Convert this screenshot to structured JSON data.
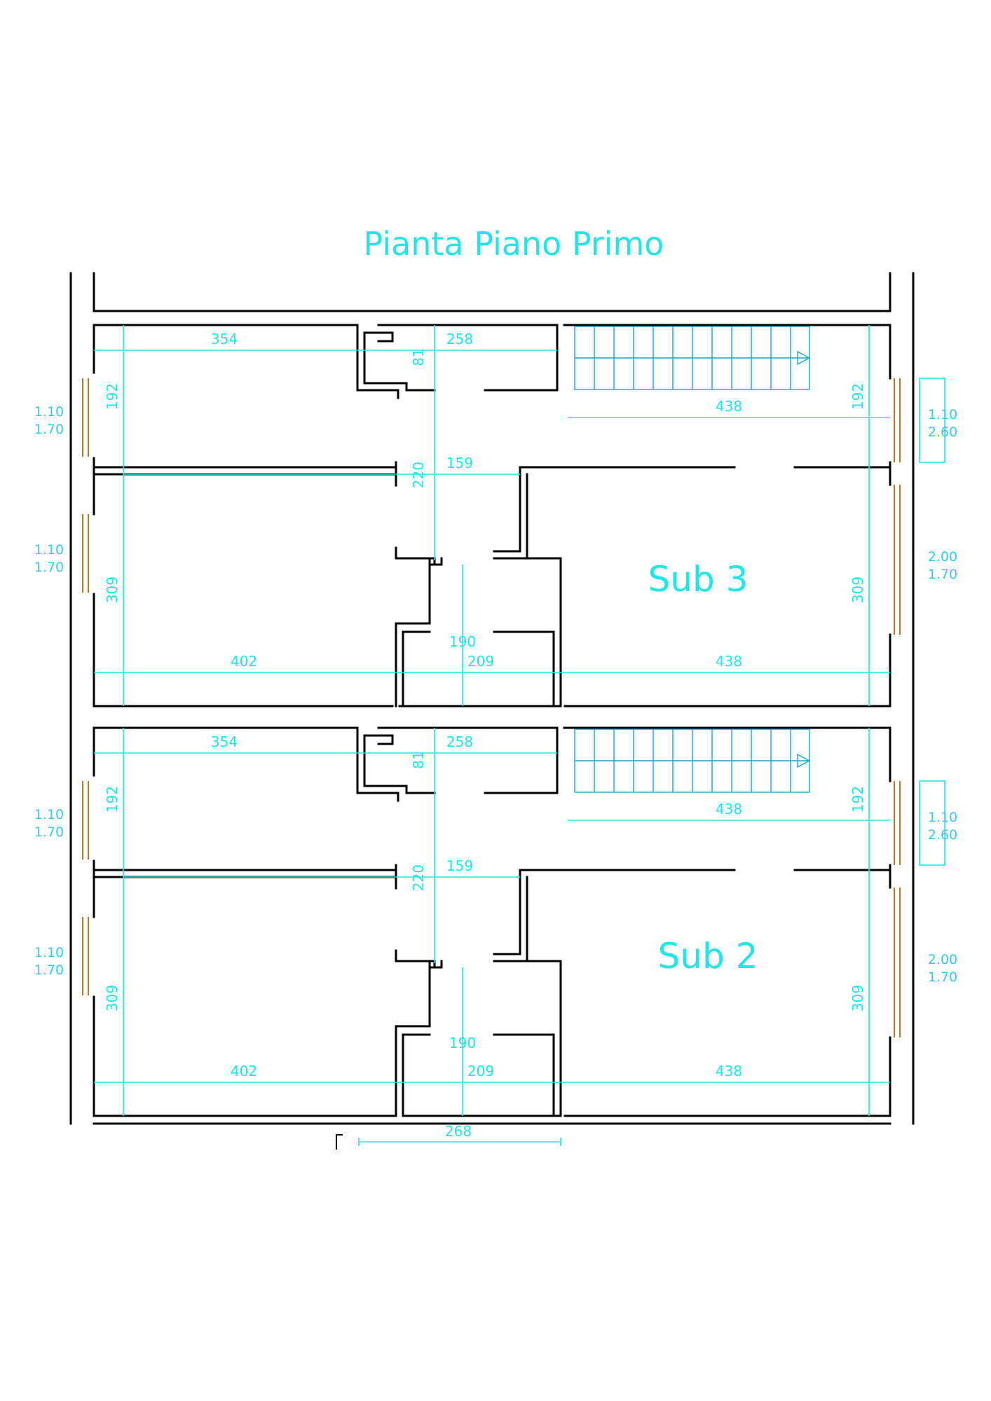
{
  "title": "Pianta Piano Primo",
  "units": [
    {
      "label": "Sub 3",
      "dims": {
        "top_left_width": "354",
        "top_mid_width": "258",
        "small_depth": "81",
        "stair_length": "438",
        "left_top_height": "192",
        "right_top_height": "192",
        "corridor_width": "159",
        "corridor_height": "220",
        "left_bottom_height": "309",
        "right_bottom_height": "309",
        "bath_depth": "190",
        "bottom_left_width": "402",
        "bottom_mid_width": "209",
        "bottom_right_width": "438"
      },
      "openings": {
        "left_top": [
          "1.10",
          "1.70"
        ],
        "left_bottom": [
          "1.10",
          "1.70"
        ],
        "right_top": [
          "1.10",
          "2.60"
        ],
        "right_bottom": [
          "2.00",
          "1.70"
        ]
      }
    },
    {
      "label": "Sub 2",
      "dims": {
        "top_left_width": "354",
        "top_mid_width": "258",
        "small_depth": "81",
        "stair_length": "438",
        "left_top_height": "192",
        "right_top_height": "192",
        "corridor_width": "159",
        "corridor_height": "220",
        "left_bottom_height": "309",
        "right_bottom_height": "309",
        "bath_depth": "190",
        "bottom_left_width": "402",
        "bottom_mid_width": "209",
        "bottom_right_width": "438"
      },
      "openings": {
        "left_top": [
          "1.10",
          "1.70"
        ],
        "left_bottom": [
          "1.10",
          "1.70"
        ],
        "right_top": [
          "1.10",
          "2.60"
        ],
        "right_bottom": [
          "2.00",
          "1.70"
        ]
      }
    }
  ],
  "bottom_dim": "268"
}
